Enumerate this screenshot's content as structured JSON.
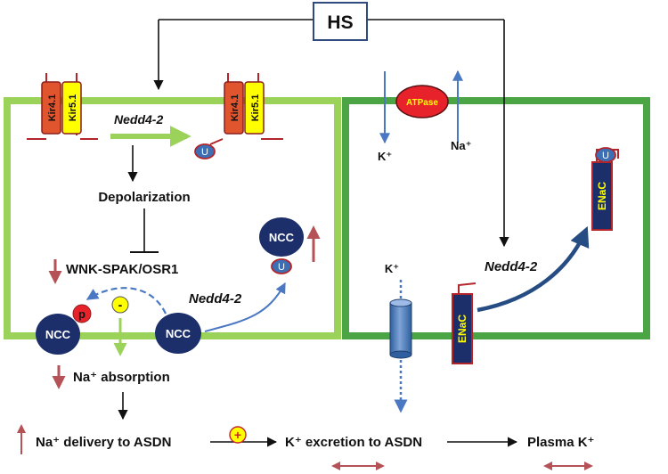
{
  "colors": {
    "left_cell_border": "#9bd35a",
    "right_cell_border": "#4ca545",
    "kir41_fill": "#e0552d",
    "kir51_fill": "#ffff00",
    "ncc_fill": "#1d2f6b",
    "enac_fill": "#1d2f6b",
    "enac_text": "#ffff00",
    "atpase_fill": "#e8222a",
    "down_arrow_red": "#b45257",
    "blue_arrow": "#4a78c2",
    "green_arrow": "#9bd35a",
    "channel_blue": "#3d6fb5"
  },
  "labels": {
    "hs": "HS",
    "kir41": "Kir4.1",
    "kir51": "Kir5.1",
    "nedd4_left": "Nedd4-2",
    "ubiquitin": "U",
    "depolarization": "Depolarization",
    "wnk": "WNK-SPAK/OSR1",
    "phospho": "p",
    "minus": "-",
    "ncc": "NCC",
    "nedd4_mid": "Nedd4-2",
    "na_absorption": "Na⁺ absorption",
    "atpase": "ATPase",
    "k_plus": "K⁺",
    "na_plus": "Na⁺",
    "k_channel_label": "K⁺",
    "enac": "ENaC",
    "nedd4_right": "Nedd4-2",
    "plus": "+",
    "na_delivery": "Na⁺ delivery to ASDN",
    "k_excretion": "K⁺ excretion to ASDN",
    "plasma_k": "Plasma K⁺"
  }
}
